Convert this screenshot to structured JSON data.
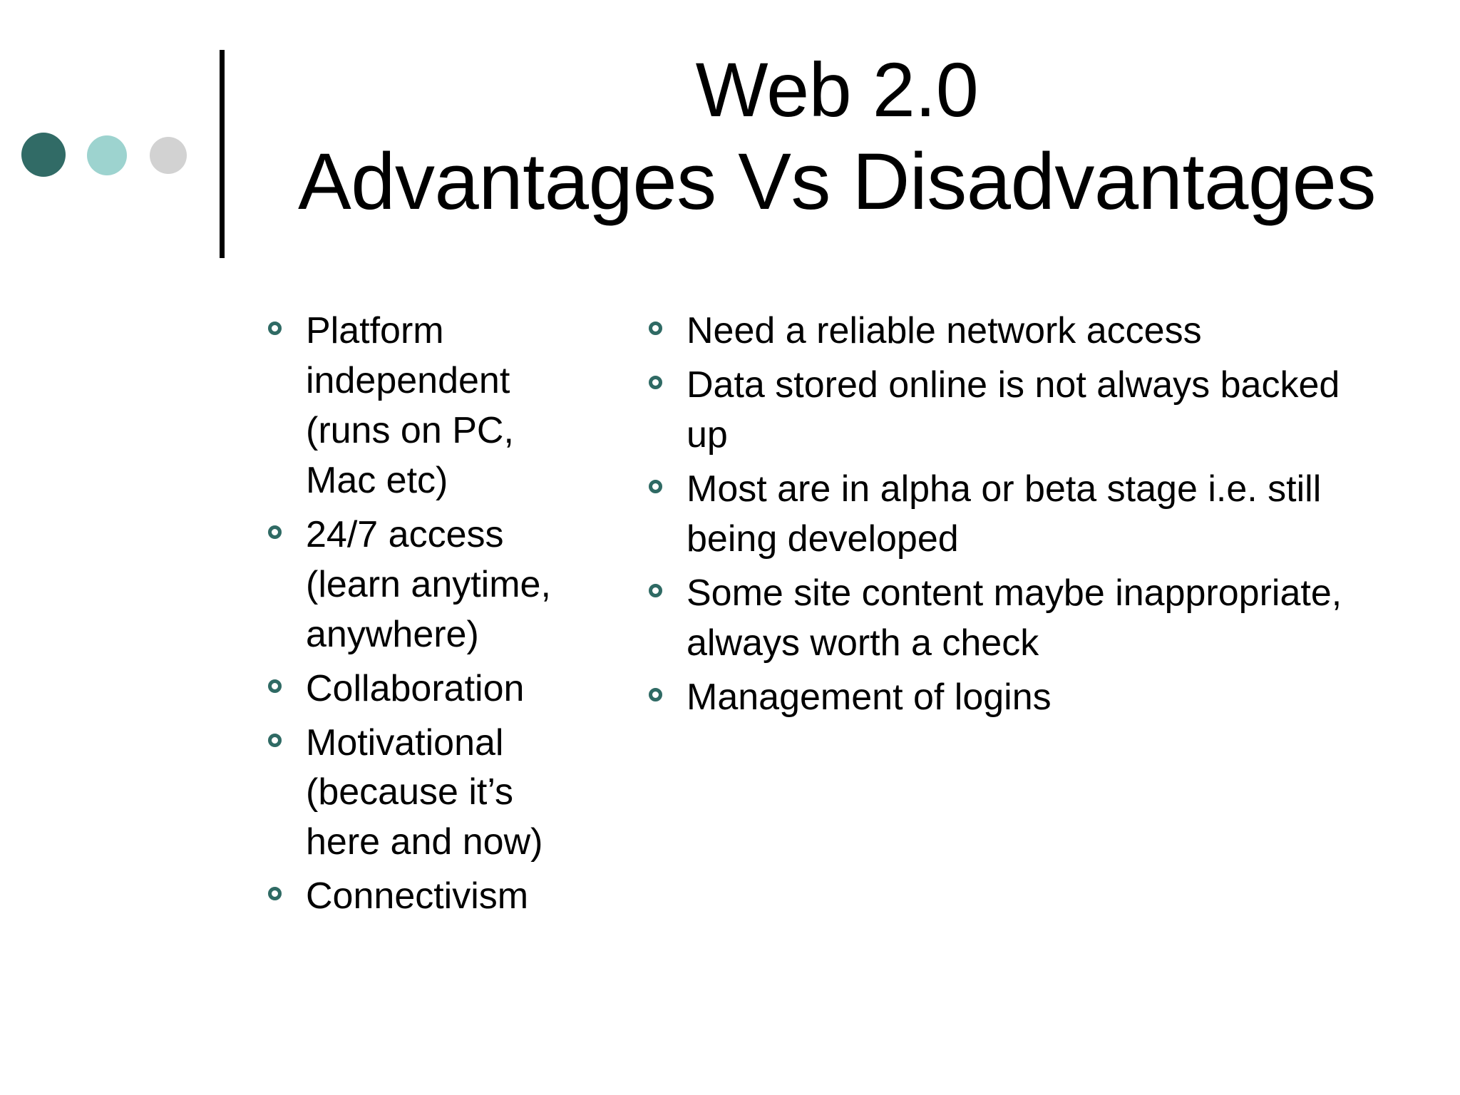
{
  "slide": {
    "background_color": "#ffffff",
    "title": {
      "line_1": "Web 2.0",
      "line_2": "Advantages Vs Disadvantages"
    },
    "ornament": {
      "dot_1_color": "#316B66",
      "dot_2_color": "#9DD3CF",
      "dot_3_color": "#D2D2D2",
      "rule_color": "#000000"
    },
    "bullet_color": "#2F6A64",
    "columns": {
      "left": {
        "items": [
          "Platform independent (runs on PC, Mac etc)",
          "24/7 access (learn anytime, anywhere)",
          "Collaboration",
          "Motivational (because it’s here and now)",
          "Connectivism"
        ]
      },
      "right": {
        "items": [
          "Need a reliable network access",
          "Data stored online is not always backed up",
          "Most are in alpha or beta stage i.e. still being developed",
          "Some site content maybe inappropriate, always worth a check",
          "Management of logins"
        ]
      }
    }
  }
}
